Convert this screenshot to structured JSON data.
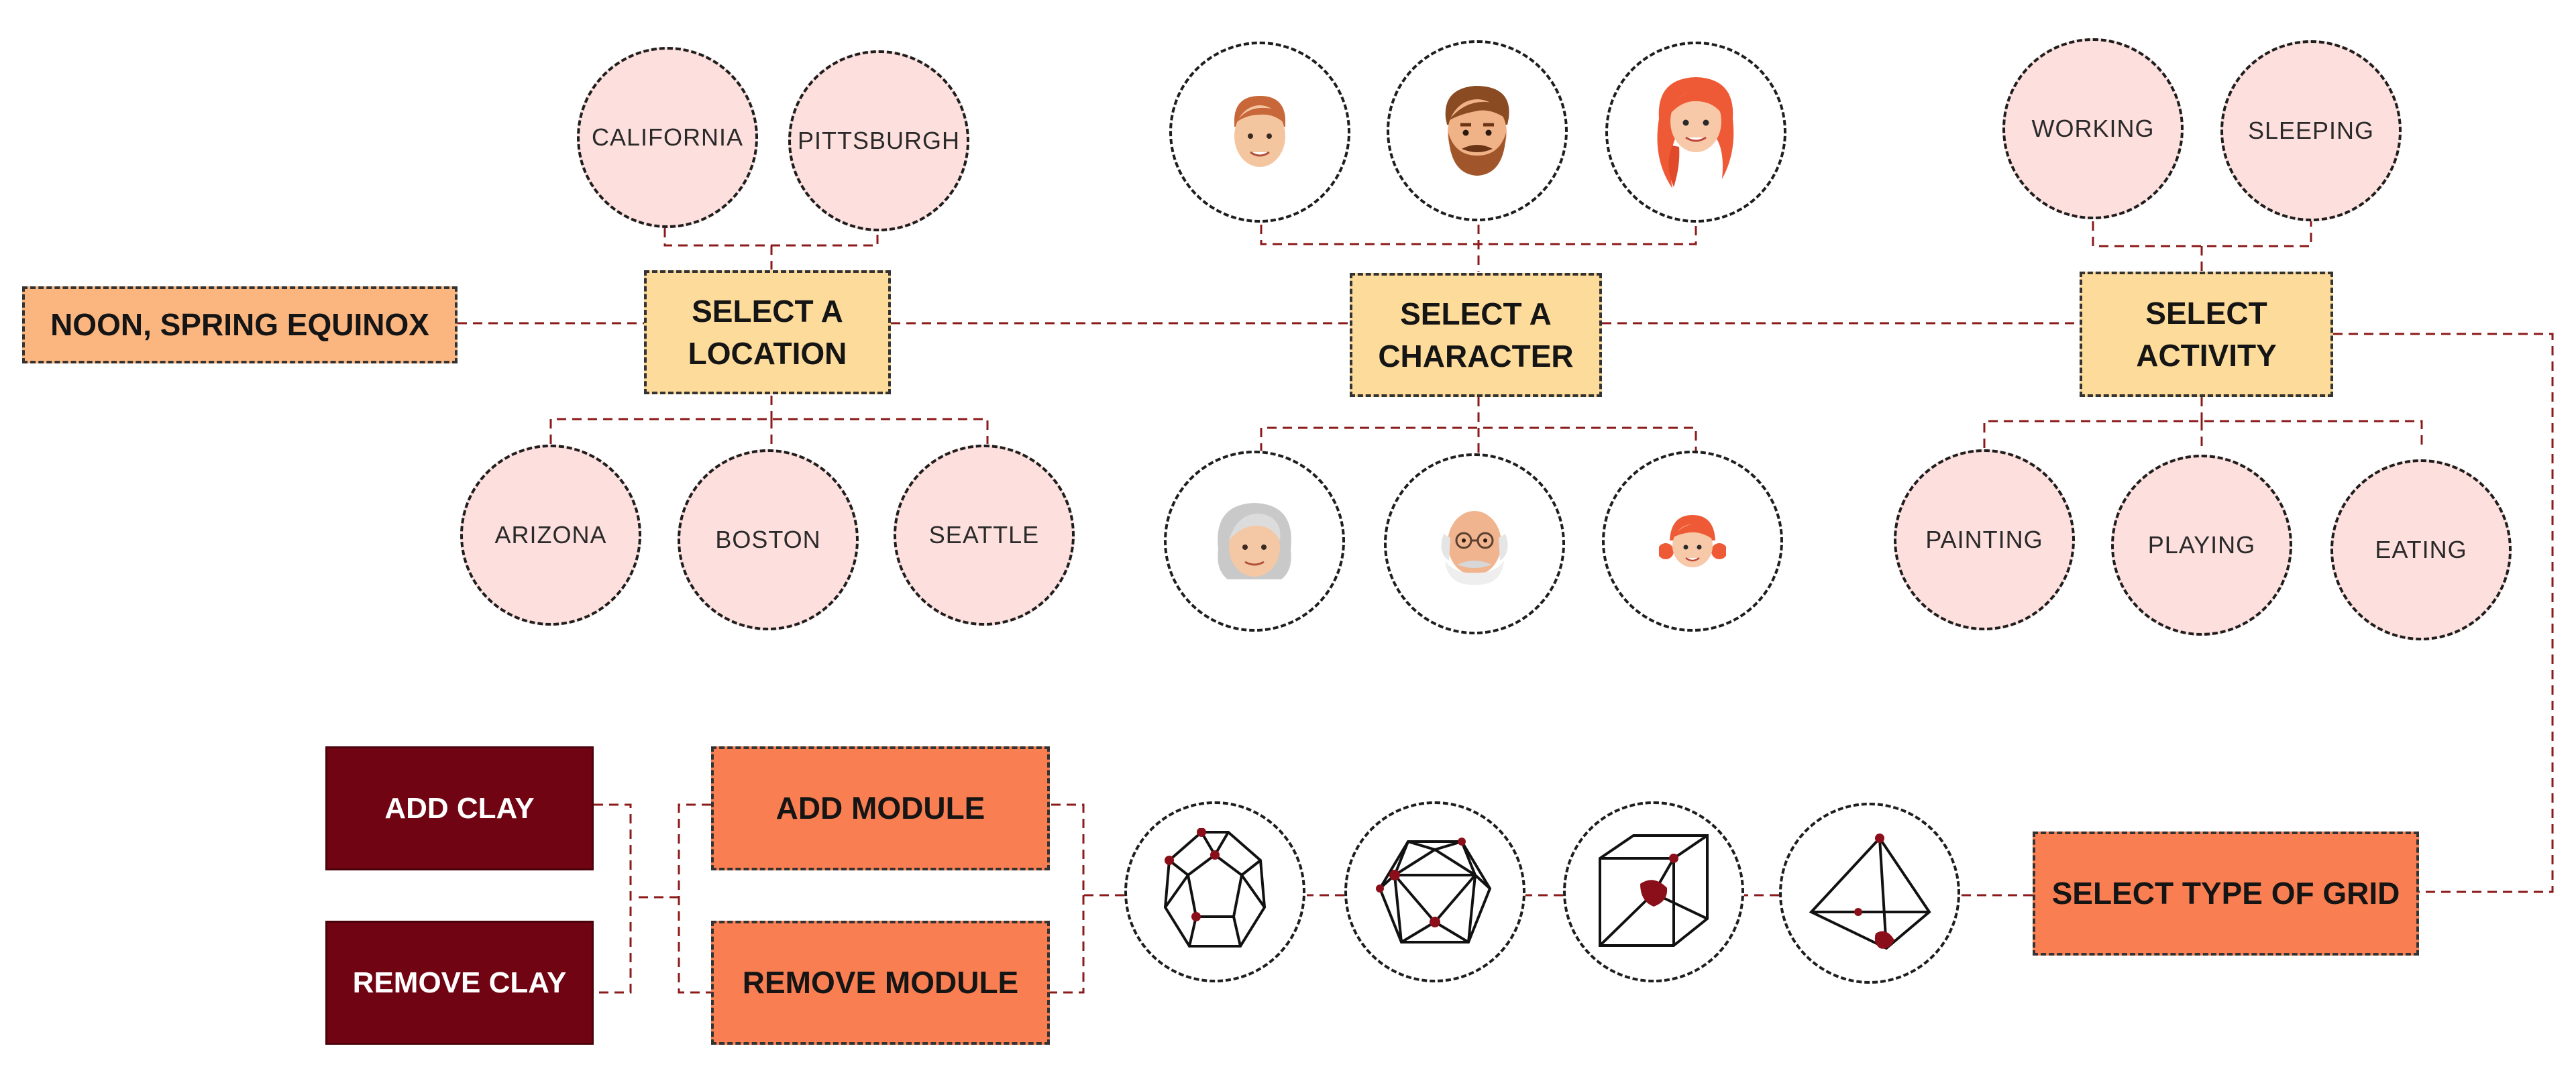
{
  "start": {
    "label": "NOON, SPRING EQUINOX"
  },
  "location": {
    "title": "SELECT A\nLOCATION",
    "options_top": [
      "CALIFORNIA",
      "PITTSBURGH"
    ],
    "options_bottom": [
      "ARIZONA",
      "BOSTON",
      "SEATTLE"
    ]
  },
  "character": {
    "title": "SELECT A\nCHARACTER",
    "faces_top": [
      "young-man-face-icon",
      "bearded-man-face-icon",
      "red-haired-woman-face-icon"
    ],
    "faces_bottom": [
      "grandmother-face-icon",
      "grandfather-face-icon",
      "girl-face-icon"
    ]
  },
  "activity": {
    "title": "SELECT\nACTIVITY",
    "options_top": [
      "WORKING",
      "SLEEPING"
    ],
    "options_bottom": [
      "PAINTING",
      "PLAYING",
      "EATING"
    ]
  },
  "grid": {
    "title": "SELECT TYPE OF GRID",
    "types": [
      "dodecahedron-grid-icon",
      "icosahedron-grid-icon",
      "cube-grid-icon",
      "pyramid-grid-icon"
    ]
  },
  "module": {
    "add": "ADD MODULE",
    "remove": "REMOVE MODULE"
  },
  "clay": {
    "add": "ADD CLAY",
    "remove": "REMOVE CLAY"
  },
  "colors": {
    "connector": "#8b1a1a",
    "circle_fill": "#fde0de",
    "select_box": "#fddb9a",
    "start_box": "#fbb680",
    "action_box": "#f97f52",
    "clay_box": "#710412",
    "grid_joint": "#8b0f1a"
  }
}
